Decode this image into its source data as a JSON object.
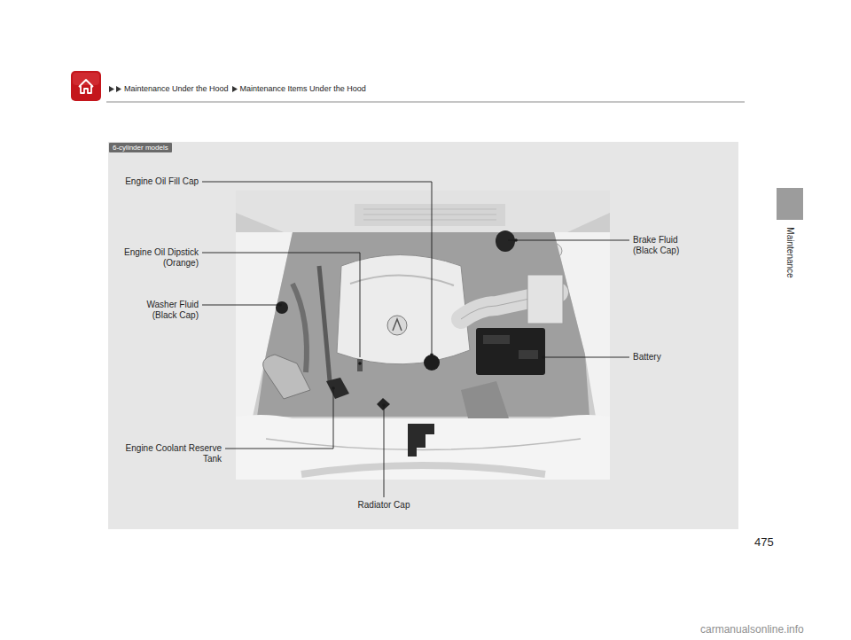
{
  "diagram": {
    "nodes": [
      {
        "text": [
          "6-cylinder models"
        ]
      }
    ],
    "labels": [
      "Maintenance Under the Hood",
      "Maintenance Items Under the Hood",
      "Maintenance",
      "475",
      "Engine Oil Fill Cap",
      "Engine Oil Dipstick (Orange)",
      "Washer Fluid (Black Cap)",
      "Engine Coolant Reserve Tank",
      "Radiator Cap",
      "Brake Fluid (Black Cap)",
      "Battery",
      "carmanualsonline.info"
    ]
  }
}
